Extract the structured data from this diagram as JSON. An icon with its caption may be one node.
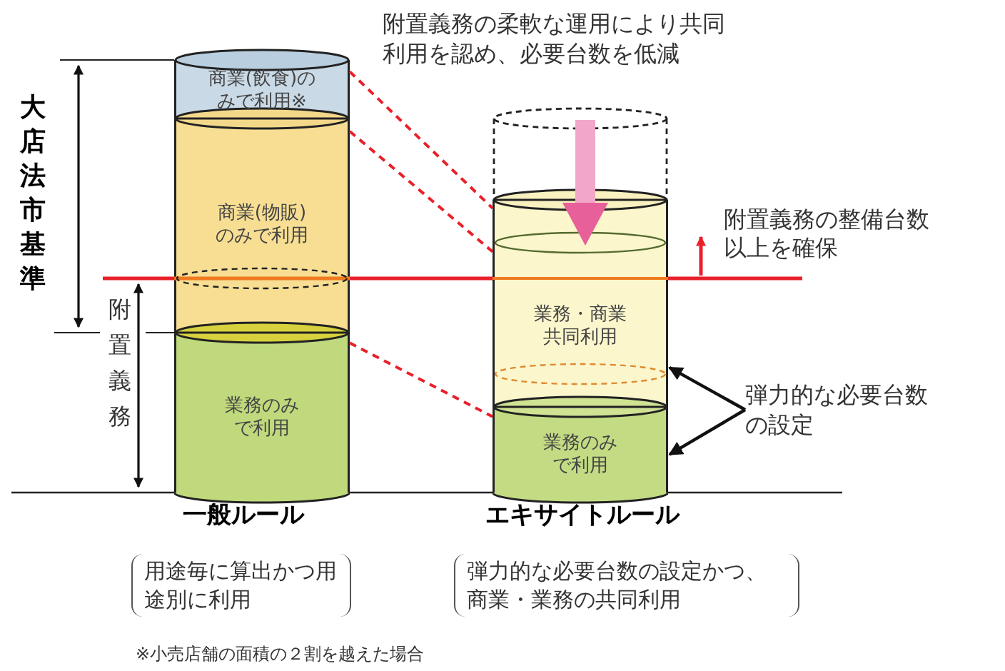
{
  "diagram": {
    "nodes": [
      {
        "text": [
          "商業(飲食)のみで利用※"
        ]
      },
      {
        "text": [
          "商業(物販)のみで利用"
        ]
      },
      {
        "text": [
          "業務のみで利用"
        ]
      },
      {
        "text": [],
        "shape": "cylinder"
      },
      {
        "text": [
          "業務・商業共同利用"
        ]
      },
      {
        "text": [
          "業務のみで利用"
        ]
      },
      {
        "text": [
          "弾力的な必要台数の設定"
        ]
      }
    ],
    "edges": [
      {
        "from": 0,
        "to": 4,
        "arrow": "none",
        "style": "dashed",
        "color": "#e8202a"
      },
      {
        "from": 1,
        "to": 4,
        "arrow": "none",
        "style": "dashed",
        "color": "#e8202a"
      },
      {
        "from": 2,
        "to": 5,
        "arrow": "none",
        "style": "dashed",
        "color": "#e8202a"
      },
      {
        "from": 6,
        "to": 4,
        "arrow": "to",
        "color": "#111111"
      },
      {
        "from": 6,
        "to": 5,
        "arrow": "to",
        "color": "#111111"
      }
    ],
    "labels": [
      "附置義務の柔軟な運用により共同利用を認め、必要台数を低減",
      "大店法市基準",
      "附置義務の整備台数以上を確保",
      "附置義務",
      "一般ルール",
      "エキサイトルール",
      "用途毎に算出かつ用途別に利用",
      "弾力的な必要台数の設定かつ、商業・業務の共同利用",
      "※小売店舗の面積の２割を越えた場合"
    ]
  }
}
